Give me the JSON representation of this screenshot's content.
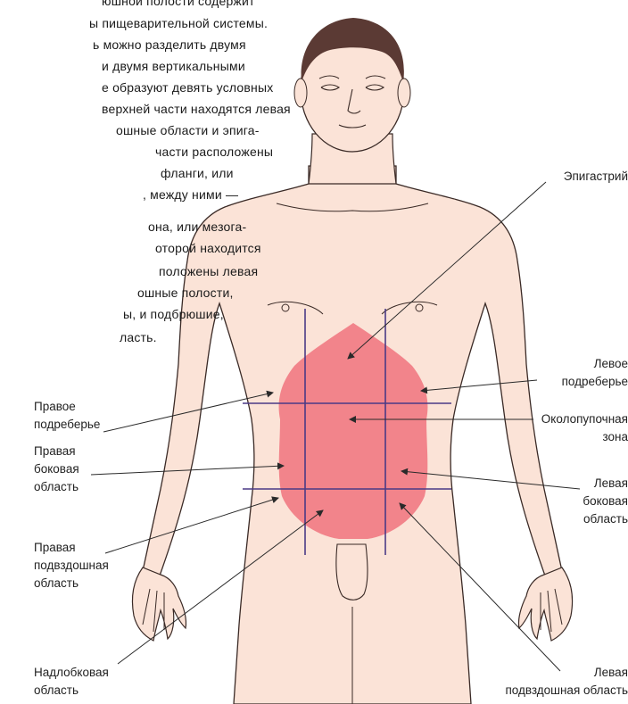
{
  "text_lines": [
    "юшной полости содержит",
    "ы пищеварительной системы.",
    "ь можно разделить двумя",
    "и двумя вертикальными",
    "е образуют девять условных",
    "верхней части находятся левая",
    "ошные области и эпига-",
    "части расположены",
    "фланги, или",
    ", между ними —",
    "она, или мезога-",
    "оторой находится",
    "положены левая",
    "ошные полости,",
    "ы, и подбрюшие,",
    "ласть."
  ],
  "labels": {
    "epigastrium": "Эпигастрий",
    "left_hypochondrium": "Левое\nподреберье",
    "umbilical": "Околопупочная\nзона",
    "left_lateral": "Левая\nбоковая\nобласть",
    "left_iliac": "Левая\nподвздошная область",
    "right_hypochondrium": "Правое\nподреберье",
    "right_lateral": "Правая\nбоковая\nобласть",
    "right_iliac": "Правая\nподвздошная\nобласть",
    "suprapubic": "Надлобковая\nобласть"
  },
  "colors": {
    "skin": "#fbe3d7",
    "outline": "#3a2a26",
    "hair": "#5b3a34",
    "zone": "#ef6f7a",
    "grid": "#4b3a86",
    "label": "#222222"
  }
}
